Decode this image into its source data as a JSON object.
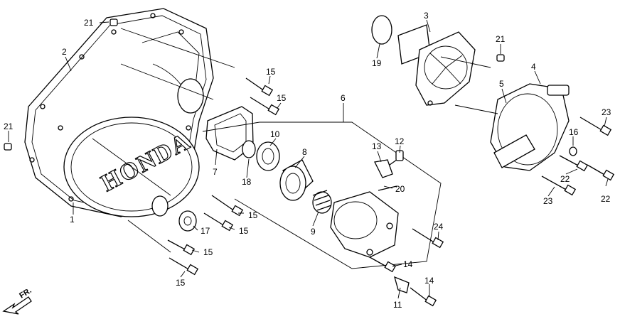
{
  "brand_text": "HONDA",
  "direction_label": "FR.",
  "callouts": [
    "1",
    "2",
    "3",
    "4",
    "5",
    "6",
    "7",
    "8",
    "9",
    "10",
    "11",
    "12",
    "13",
    "14",
    "15",
    "16",
    "17",
    "18",
    "19",
    "20",
    "21",
    "22",
    "23",
    "24"
  ]
}
